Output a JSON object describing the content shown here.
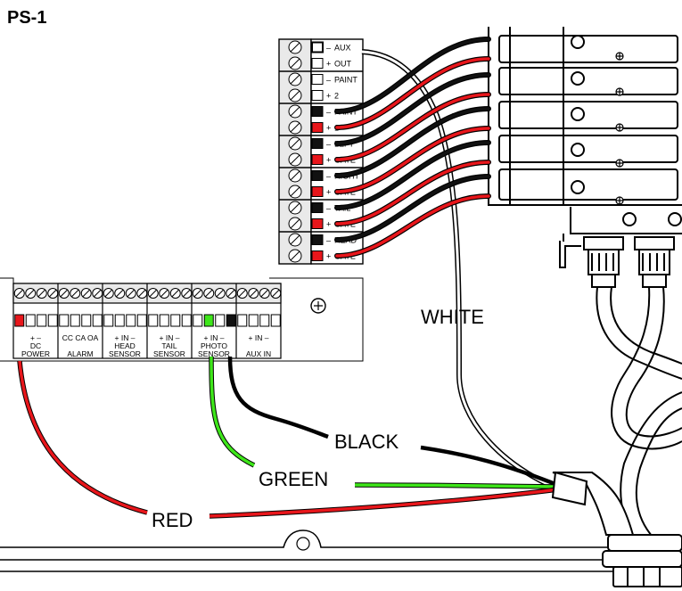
{
  "title": "PS-1",
  "top_terminal": {
    "rows": [
      {
        "sign": "–",
        "label": "AUX"
      },
      {
        "sign": "+",
        "label": "OUT"
      },
      {
        "sign": "–",
        "label": "PAINT"
      },
      {
        "sign": "+",
        "label": "2"
      },
      {
        "sign": "–",
        "label": "PAINT"
      },
      {
        "sign": "+",
        "label": "1"
      },
      {
        "sign": "–",
        "label": "LEFT"
      },
      {
        "sign": "+",
        "label": "GATE"
      },
      {
        "sign": "–",
        "label": "RIGHT"
      },
      {
        "sign": "+",
        "label": "GATE"
      },
      {
        "sign": "–",
        "label": "TAIL"
      },
      {
        "sign": "+",
        "label": "GATE"
      },
      {
        "sign": "–",
        "label": "HEAD"
      },
      {
        "sign": "+",
        "label": "GATE"
      }
    ]
  },
  "bottom_terminal": {
    "groups": [
      {
        "pins": "+  –",
        "name": [
          "DC",
          "POWER"
        ]
      },
      {
        "pins": "CC  CA  OA",
        "name": [
          "ALARM"
        ]
      },
      {
        "pins": "+  IN  –",
        "name": [
          "HEAD",
          "SENSOR"
        ]
      },
      {
        "pins": "+  IN  –",
        "name": [
          "TAIL",
          "SENSOR"
        ]
      },
      {
        "pins": "+  IN  –",
        "name": [
          "PHOTO",
          "SENSOR"
        ]
      },
      {
        "pins": "+  IN  –",
        "name": [
          "AUX IN"
        ]
      }
    ]
  },
  "wires": {
    "white": "WHITE",
    "black": "BLACK",
    "green": "GREEN",
    "red": "RED"
  },
  "colors": {
    "red": "#e8161b",
    "green": "#3ee61a",
    "black": "#111111",
    "white": "#ffffff"
  }
}
